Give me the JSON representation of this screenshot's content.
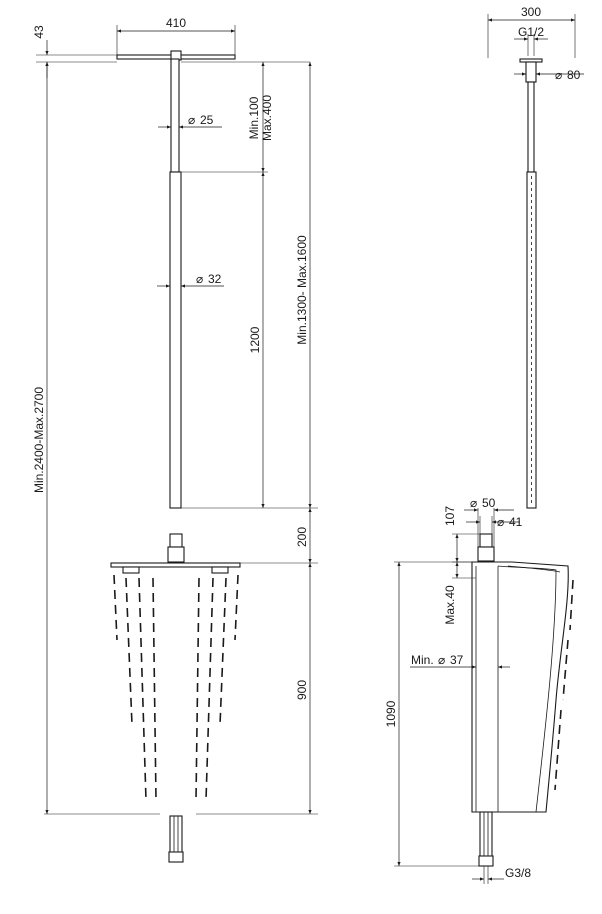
{
  "left_view": {
    "dim_43": "43",
    "dim_410": "410",
    "dim_min100_max400_a": "Min.100",
    "dim_min100_max400_b": "Max.400",
    "dia_25": "25",
    "dia_32": "32",
    "dim_1200": "1200",
    "dim_min1300_max1600": "Min.1300- Max.1600",
    "dim_min2400_max2700": "Min.2400-Max.2700",
    "dim_200": "200",
    "dim_900": "900"
  },
  "right_view": {
    "dim_300": "300",
    "thread_g12": "G1/2",
    "dia_80": "80",
    "dia_50": "50",
    "dia_41": "41",
    "dim_107": "107",
    "dim_max40": "Max.40",
    "dim_min37_prefix": "Min.",
    "dim_min37_value": "37",
    "dim_1090": "1090",
    "thread_g38": "G3/8"
  },
  "symbols": {
    "diameter": "⌀"
  }
}
